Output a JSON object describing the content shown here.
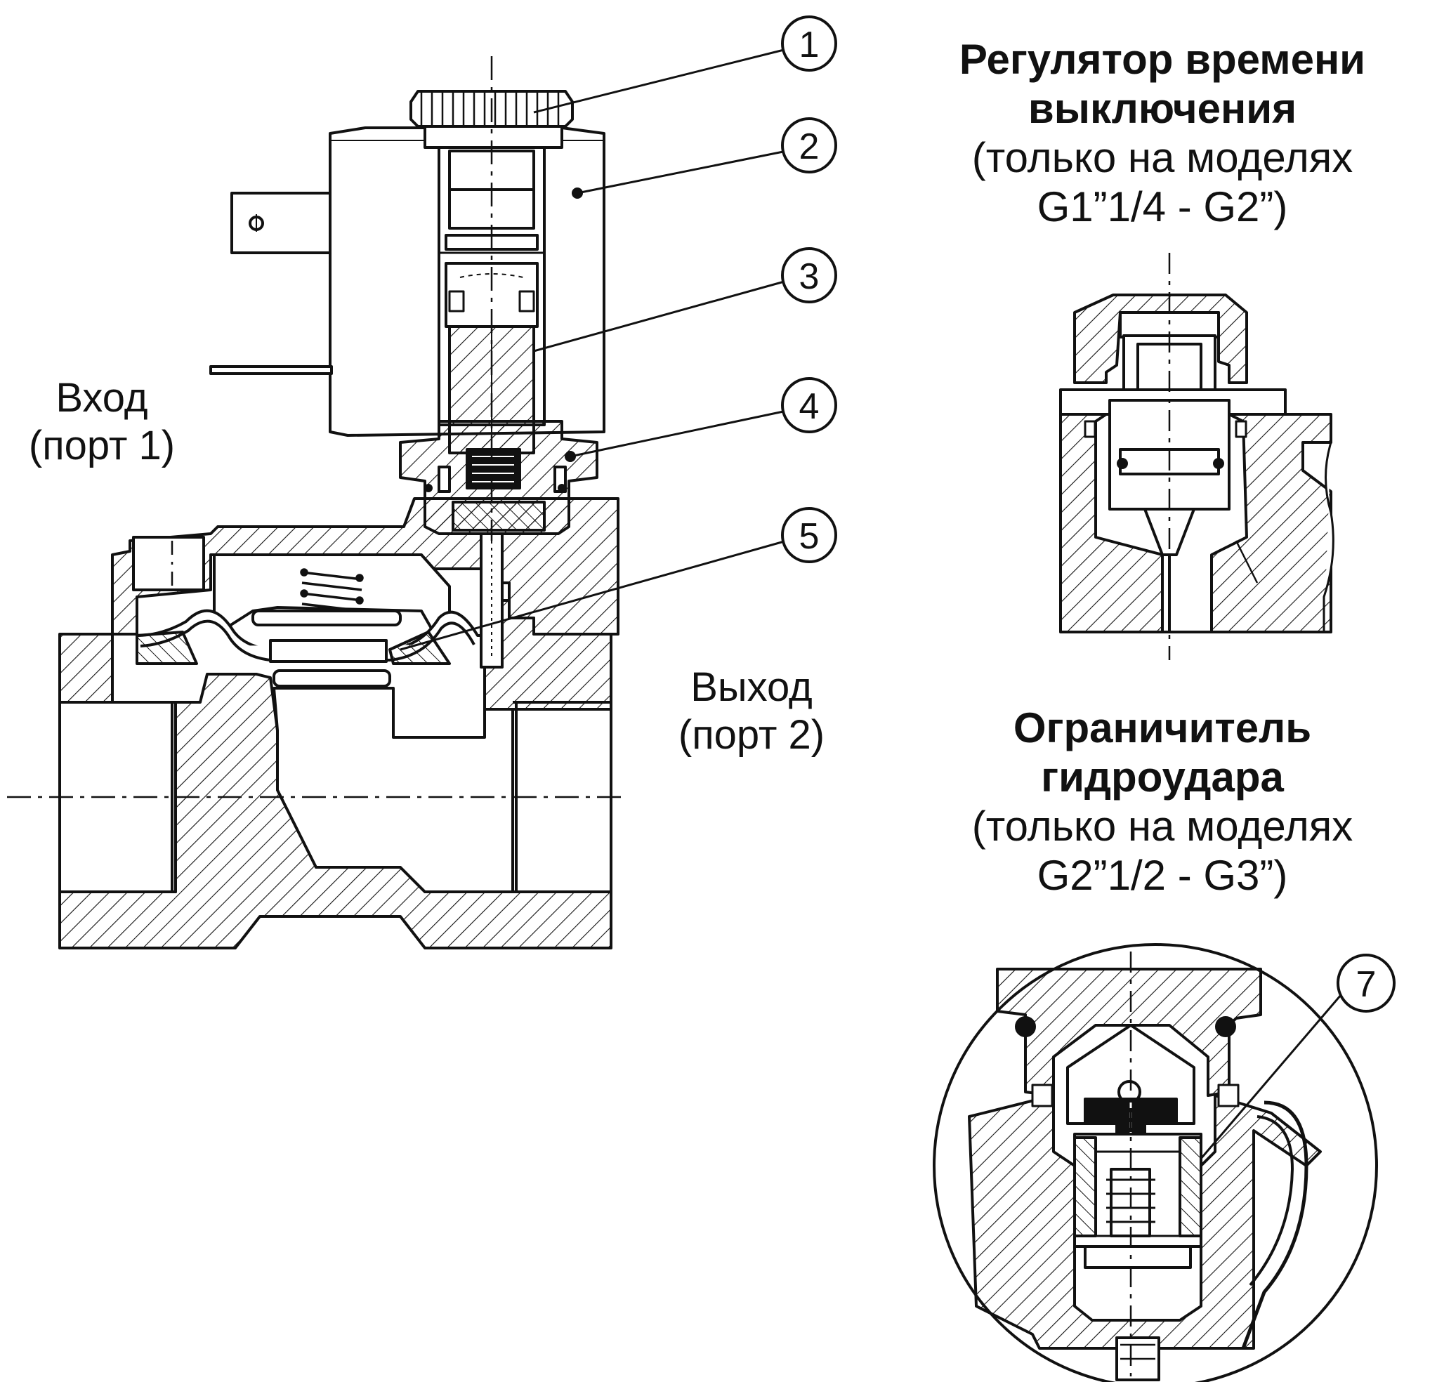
{
  "labels": {
    "inlet_line1": "Вход",
    "inlet_line2": "(порт 1)",
    "outlet_line1": "Выход",
    "outlet_line2": "(порт 2)"
  },
  "timer_note": {
    "title_line1": "Регулятор времени",
    "title_line2": "выключения",
    "note_line1": "(только на моделях",
    "note_line2": "G1”1/4 - G2”)"
  },
  "hammer_note": {
    "title_line1": "Ограничитель",
    "title_line2": "гидроудара",
    "note_line1": "(только на моделях",
    "note_line2": "G2”1/2 - G3”)"
  },
  "callouts": [
    "1",
    "2",
    "3",
    "4",
    "5",
    "7"
  ]
}
